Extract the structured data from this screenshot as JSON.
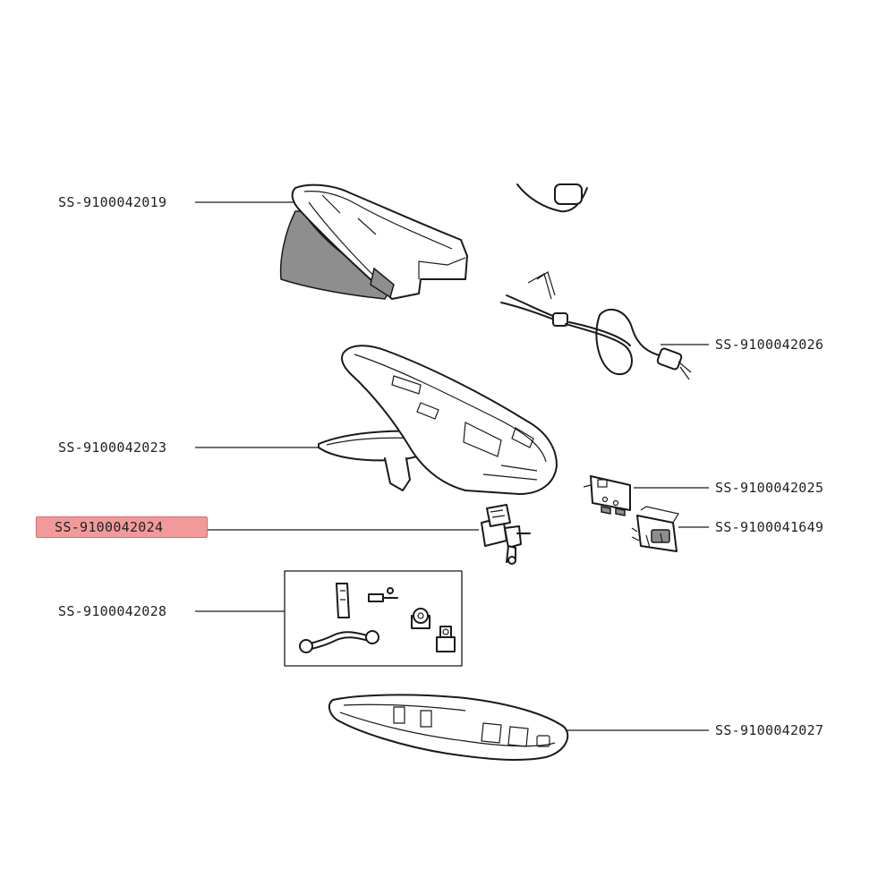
{
  "parts": [
    {
      "id": "p1",
      "label": "SS-9100042019",
      "highlighted": false
    },
    {
      "id": "p2",
      "label": "SS-9100042026",
      "highlighted": false
    },
    {
      "id": "p3",
      "label": "SS-9100042023",
      "highlighted": false
    },
    {
      "id": "p4",
      "label": "SS-9100042025",
      "highlighted": false
    },
    {
      "id": "p5",
      "label": "SS-9100042024",
      "highlighted": true
    },
    {
      "id": "p6",
      "label": "SS-9100041649",
      "highlighted": false
    },
    {
      "id": "p7",
      "label": "SS-9100042028",
      "highlighted": false
    },
    {
      "id": "p8",
      "label": "SS-9100042027",
      "highlighted": false
    }
  ],
  "colors": {
    "highlight": "#f29a9a",
    "line": "#1a1a1a",
    "part_grey": "#8e8e8e"
  }
}
